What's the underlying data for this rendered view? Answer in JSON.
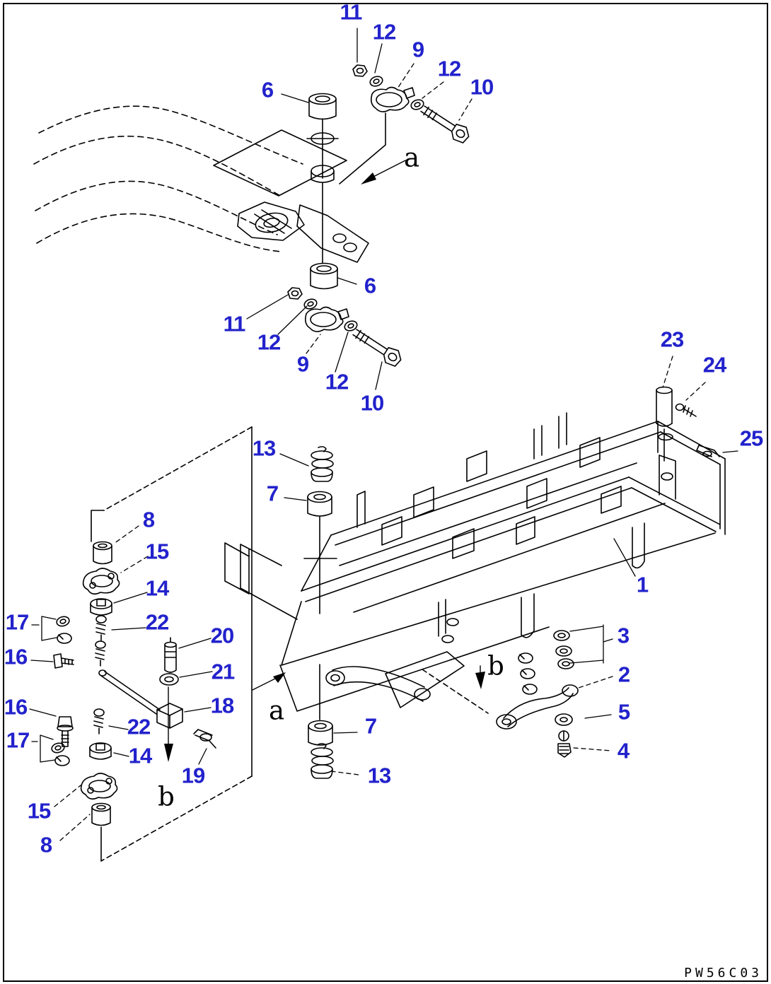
{
  "colors": {
    "callout": "#2222cc",
    "line": "#000000",
    "background": "#ffffff"
  },
  "drawing_code": "PW56C03",
  "view_labels": [
    {
      "id": "view-a-top",
      "text": "a"
    },
    {
      "id": "view-a-bottom",
      "text": "a"
    },
    {
      "id": "view-b-frame",
      "text": "b"
    },
    {
      "id": "view-b-detail",
      "text": "b"
    }
  ],
  "callouts": [
    {
      "label": "11"
    },
    {
      "label": "12"
    },
    {
      "label": "9"
    },
    {
      "label": "12"
    },
    {
      "label": "10"
    },
    {
      "label": "6"
    },
    {
      "label": "6"
    },
    {
      "label": "11"
    },
    {
      "label": "12"
    },
    {
      "label": "9"
    },
    {
      "label": "12"
    },
    {
      "label": "10"
    },
    {
      "label": "23"
    },
    {
      "label": "24"
    },
    {
      "label": "25"
    },
    {
      "label": "1"
    },
    {
      "label": "3"
    },
    {
      "label": "2"
    },
    {
      "label": "5"
    },
    {
      "label": "4"
    },
    {
      "label": "13"
    },
    {
      "label": "7"
    },
    {
      "label": "8"
    },
    {
      "label": "15"
    },
    {
      "label": "14"
    },
    {
      "label": "17"
    },
    {
      "label": "22"
    },
    {
      "label": "16"
    },
    {
      "label": "20"
    },
    {
      "label": "21"
    },
    {
      "label": "16"
    },
    {
      "label": "18"
    },
    {
      "label": "22"
    },
    {
      "label": "17"
    },
    {
      "label": "14"
    },
    {
      "label": "19"
    },
    {
      "label": "15"
    },
    {
      "label": "8"
    },
    {
      "label": "7"
    },
    {
      "label": "13"
    }
  ]
}
